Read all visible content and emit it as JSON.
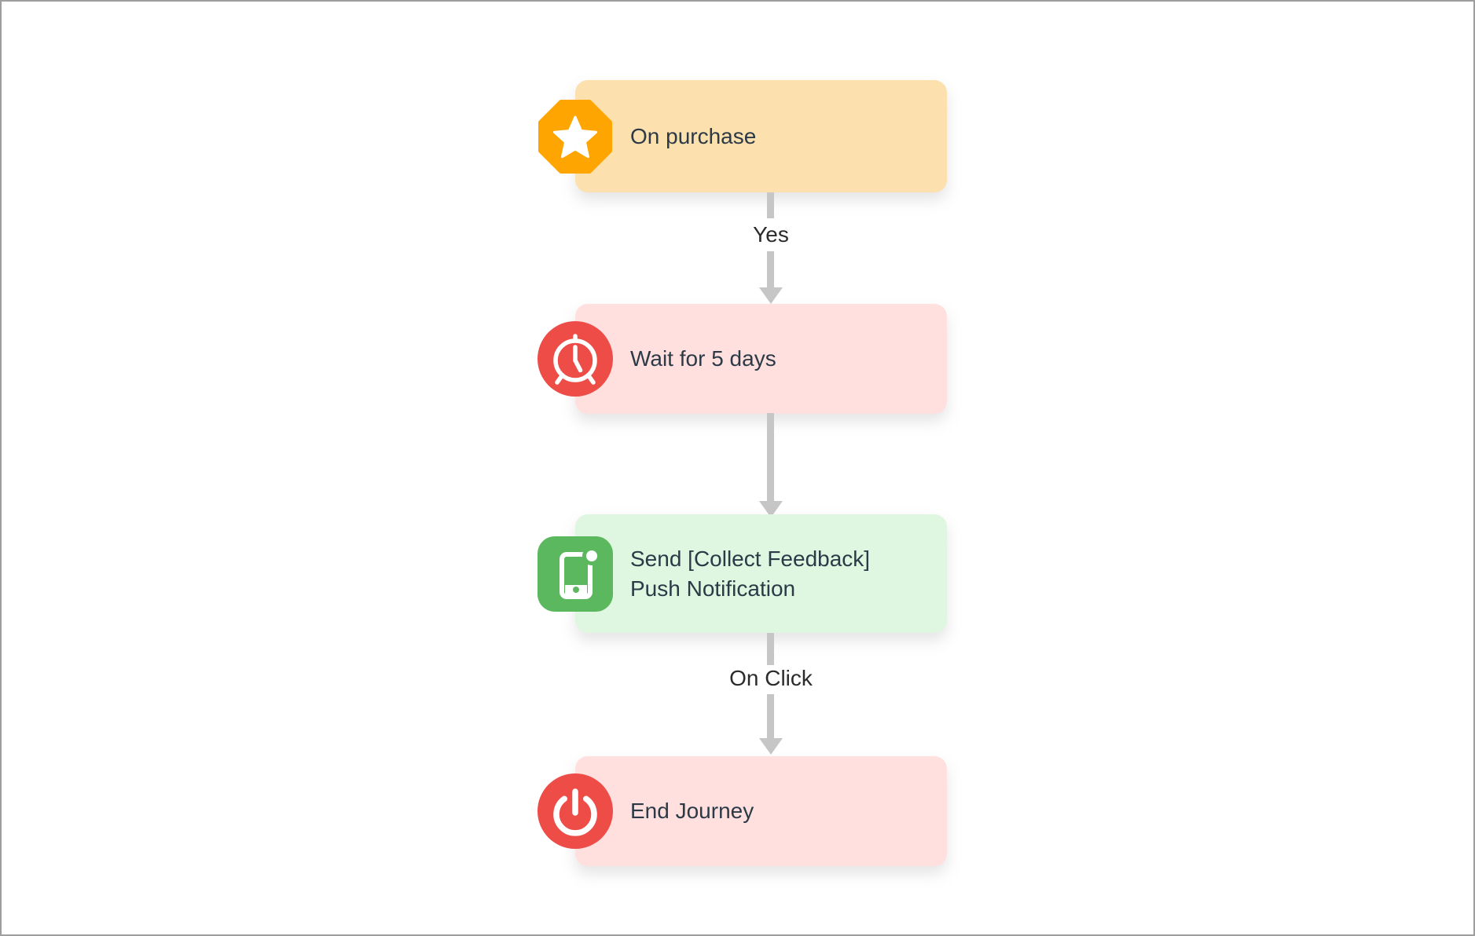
{
  "canvas": {
    "background_color": "#ffffff",
    "border_color": "#9e9e9e"
  },
  "flow": {
    "text_color": "#2c3a47",
    "arrow_color": "#c6c6c6",
    "connector_label_color": "#2b2b2b",
    "nodes": [
      {
        "id": "trigger",
        "label": "On purchase",
        "icon": "star-octagon-icon",
        "icon_shape": "octagon",
        "icon_color": "#ffa502",
        "card_color": "#fce0ad"
      },
      {
        "id": "wait",
        "label": "Wait for 5 days",
        "icon": "alarm-clock-icon",
        "icon_shape": "circle",
        "icon_color": "#ee4c47",
        "card_color": "#ffe0de"
      },
      {
        "id": "push",
        "label": "Send [Collect Feedback] Push Notification",
        "icon": "phone-notification-icon",
        "icon_shape": "rounded-square",
        "icon_color": "#5cb85f",
        "card_color": "#dff6e0"
      },
      {
        "id": "end",
        "label": "End Journey",
        "icon": "power-icon",
        "icon_shape": "circle",
        "icon_color": "#ee4c47",
        "card_color": "#ffe0de"
      }
    ],
    "connectors": [
      {
        "from": "trigger",
        "to": "wait",
        "label": "Yes"
      },
      {
        "from": "wait",
        "to": "push",
        "label": ""
      },
      {
        "from": "push",
        "to": "end",
        "label": "On Click"
      }
    ]
  }
}
